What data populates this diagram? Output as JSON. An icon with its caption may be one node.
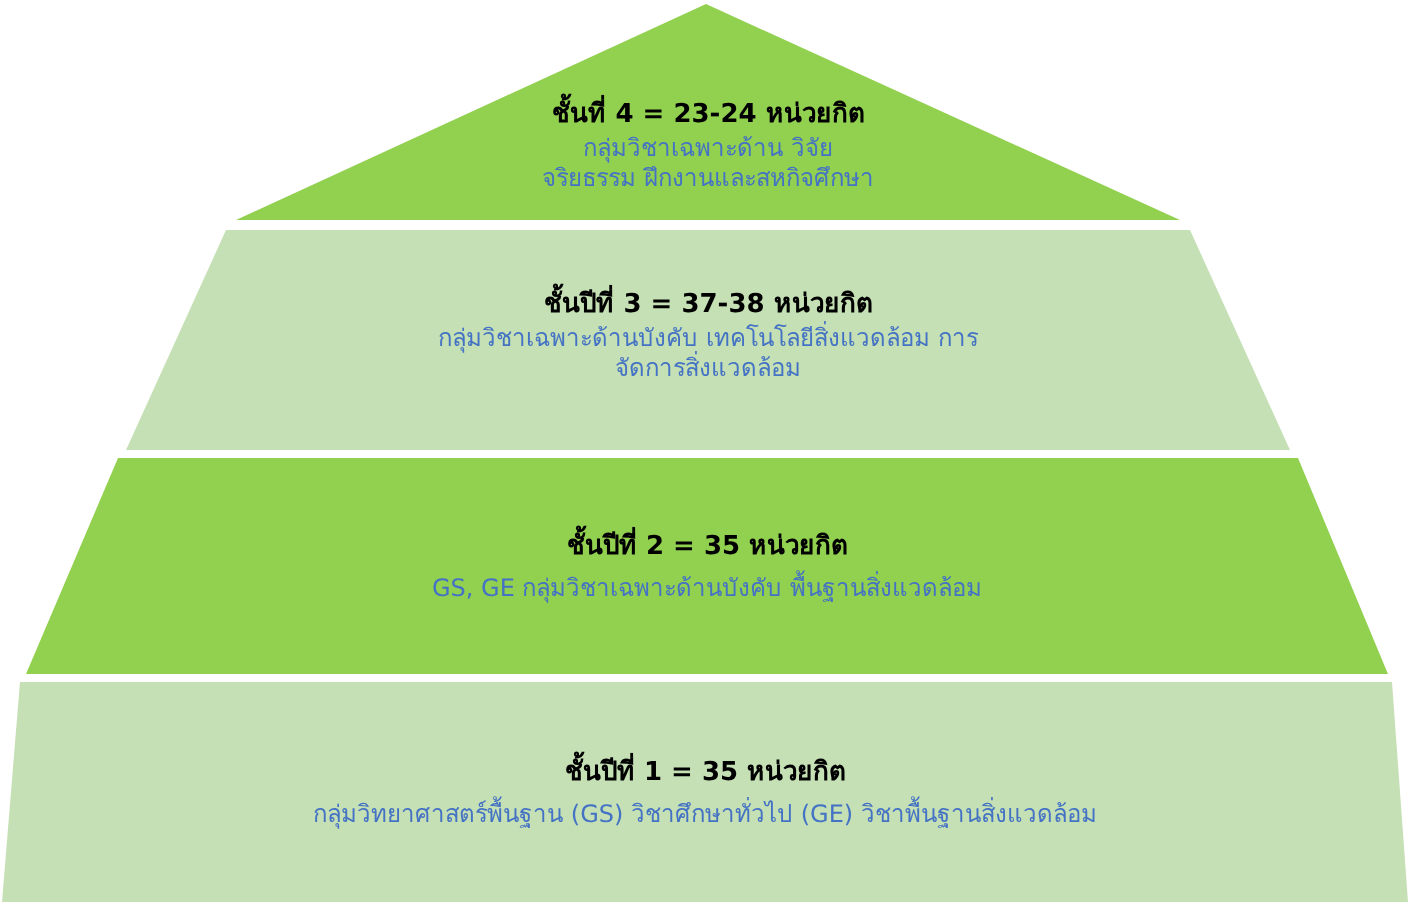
{
  "diagram": {
    "nodes": [
      {
        "text": [
          "ชั้นที่ 4 = 23-24 หน่วยกิต",
          "กลุ่มวิชาเฉพาะด้าน วิจัย จริยธรรม ฝึกงานและสหกิจศึกษา"
        ]
      },
      {
        "text": [
          "ชั้นปีที่ 3 = 37-38 หน่วยกิต",
          "กลุ่มวิชาเฉพาะด้านบังคับ เทคโนโลยีสิ่งแวดล้อม การจัดการสิ่งแวดล้อม"
        ]
      },
      {
        "text": [
          "ชั้นปีที่ 2 = 35 หน่วยกิต",
          "GS, GE กลุ่มวิชาเฉพาะด้านบังคับ พื้นฐานสิ่งแวดล้อม"
        ]
      },
      {
        "text": [
          "ชั้นปีที่ 1 = 35 หน่วยกิต",
          "กลุ่มวิทยาศาสตร์พื้นฐาน (GS) วิชาศึกษาทั่วไป (GE) วิชาพื้นฐานสิ่งแวดล้อม"
        ]
      }
    ]
  }
}
